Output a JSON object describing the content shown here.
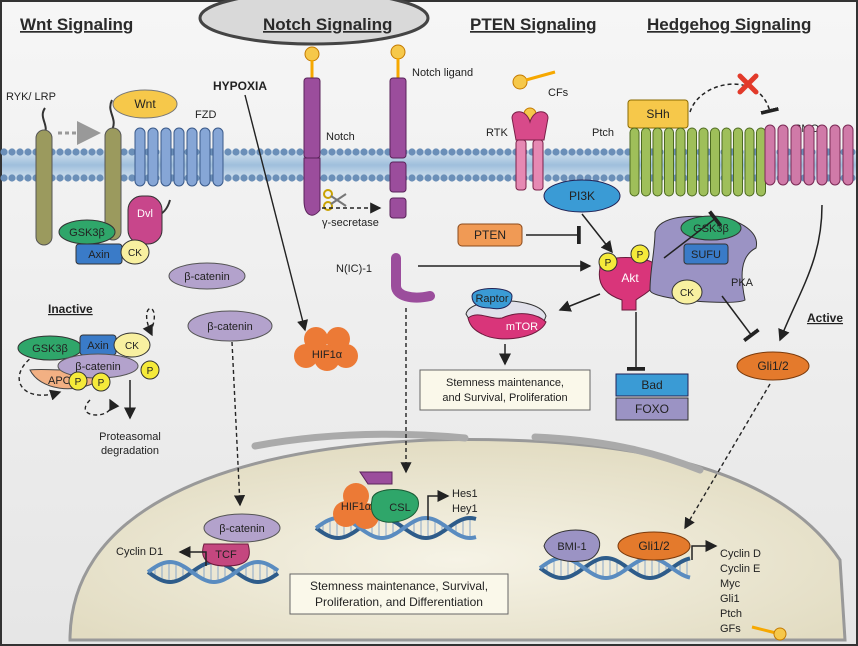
{
  "sections": {
    "wnt": "Wnt Signaling",
    "notch": "Notch Signaling",
    "pten": "PTEN Signaling",
    "hedgehog": "Hedgehog Signaling"
  },
  "wnt": {
    "ryk": "RYK/ LRP",
    "wnt": "Wnt",
    "fzd": "FZD",
    "dvl": "Dvl",
    "gsk": "GSK3β",
    "axin": "Axin",
    "ck": "CK",
    "bcat1": "β-catenin",
    "bcat2": "β-catenin",
    "inactive": "Inactive",
    "complex": {
      "gsk": "GSK3β",
      "axin": "Axin",
      "ck": "CK",
      "apc": "APC",
      "bcat": "β-catenin",
      "p1": "P",
      "p2": "P",
      "p3": "P"
    },
    "proteasomal": [
      "Proteasomal",
      "degradation"
    ],
    "nuc_bcat": "β-catenin",
    "tcf": "TCF",
    "cyclin": "Cyclin D1"
  },
  "notch": {
    "hypoxia": "HYPOXIA",
    "notch": "Notch",
    "ligand": "Notch ligand",
    "gamma": "γ-secretase",
    "nic": "N(IC)-1",
    "hif": "HIF1α",
    "nuc_hif": "HIF1α",
    "csl": "CSL",
    "targets": [
      "Hes1",
      "Hey1"
    ]
  },
  "pten": {
    "cfs": "CFs",
    "rtk": "RTK",
    "pi3k": "PI3K",
    "pten": "PTEN",
    "akt": "Akt",
    "p1": "P",
    "p2": "P",
    "raptor": "Raptor",
    "mtor": "mTOR",
    "bad": "Bad",
    "foxo": "FOXO",
    "stemness": [
      "Stemness maintenance,",
      "and Survival, Proliferation"
    ]
  },
  "hedgehog": {
    "shh": "SHh",
    "ptch": "Ptch",
    "smo": "SMO",
    "gsk": "GSK3β",
    "sufu": "SUFU",
    "ck": "CK",
    "pka": "PKA",
    "active": "Active",
    "gli": "Gli1/2",
    "nuc_gli": "Gli1/2",
    "bmi": "BMI-1",
    "targets": [
      "Cyclin D",
      "Cyclin E",
      "Myc",
      "Gli1",
      "Ptch",
      "GFs"
    ]
  },
  "nucleus_box": [
    "Stemness maintenance, Survival,",
    "Proliferation, and Differentiation"
  ],
  "colors": {
    "membrane": "#c5d8ea",
    "nucleus": "#eeebd9",
    "akt": "#d9357a",
    "pi3k": "#3a9bd5",
    "gli": "#e47a2c",
    "dvl": "#c8468b"
  }
}
